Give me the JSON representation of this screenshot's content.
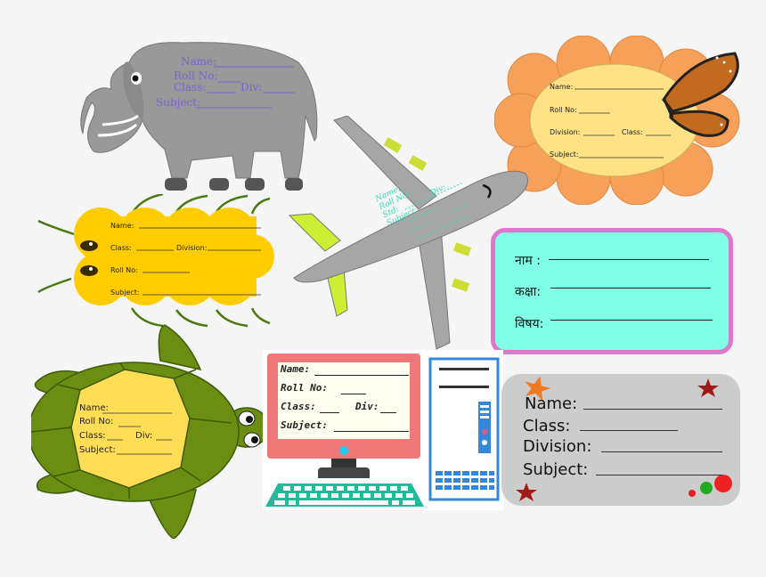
{
  "elephant": {
    "name": "Name:",
    "roll": "Roll No:",
    "class": "Class:",
    "div": "Div:",
    "subject": "Subject:"
  },
  "flower": {
    "name": "Name:",
    "roll": "Roll No:",
    "division": "Division:",
    "class": "Class:",
    "subject": "Subject:"
  },
  "caterpillar": {
    "name": "Name:",
    "class": "Class:",
    "division": "Division:",
    "roll": "Roll No:",
    "subject": "Subject:"
  },
  "airplane": {
    "name": "Name:",
    "roll": "Roll No:",
    "std": "Std:",
    "div": "Div:",
    "subject": "Subject:"
  },
  "hindi": {
    "name": "नाम :",
    "class": "कक्षा:",
    "subject": "विषय:"
  },
  "turtle": {
    "name": "Name:",
    "roll": "Roll No:",
    "class": "Class:",
    "div": "Div:",
    "subject": "Subject:"
  },
  "computer": {
    "name": "Name:",
    "roll": "Roll No:",
    "class": "Class:",
    "div": "Div:",
    "subject": "Subject:"
  },
  "grey_label": {
    "name": "Name:",
    "class": "Class:",
    "division": "Division:",
    "subject": "Subject:"
  },
  "colors": {
    "elephant": "#999999",
    "elephant_text": "#7b62d6",
    "flower_petal": "#f7a05a",
    "flower_center": "#ffe285",
    "caterpillar": "#ffcc00",
    "airplane": "#a6a6a6",
    "airplane_tail": "#ccee33",
    "hindi_bg": "#80ffe6",
    "hindi_border": "#dd77cc",
    "turtle": "#6b8e12",
    "turtle_center": "#ffdd55",
    "computer_screen": "#f07878",
    "tower_border": "#3388dd",
    "grey_label": "#cccccc"
  }
}
